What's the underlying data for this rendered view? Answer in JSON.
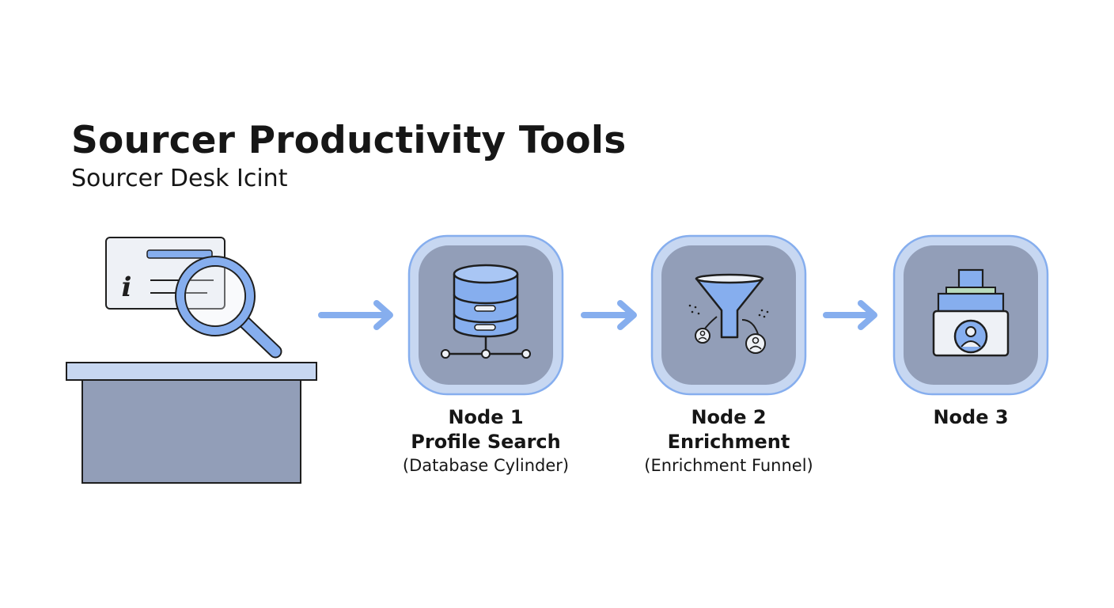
{
  "header": {
    "title": "Sourcer Productivity Tools",
    "subtitle": "Sourcer Desk Icint"
  },
  "illustration": {
    "info_glyph": "i"
  },
  "nodes": [
    {
      "number": "Node 1",
      "name": "Profile Search",
      "caption": "(Database Cylinder)",
      "icon": "database-cylinder-icon"
    },
    {
      "number": "Node 2",
      "name": "Enrichment",
      "caption": "(Enrichment Funnel)",
      "icon": "enrichment-funnel-icon"
    },
    {
      "number": "Node 3",
      "icon": "profile-card-stack-icon"
    }
  ],
  "colors": {
    "accent_blue": "#86aeee",
    "node_fill": "#929eb8",
    "node_ring": "#c7d7f1",
    "desk_fill": "#929eb8",
    "green_strip": "#b9dbbd",
    "outline": "#1e1e1e"
  }
}
